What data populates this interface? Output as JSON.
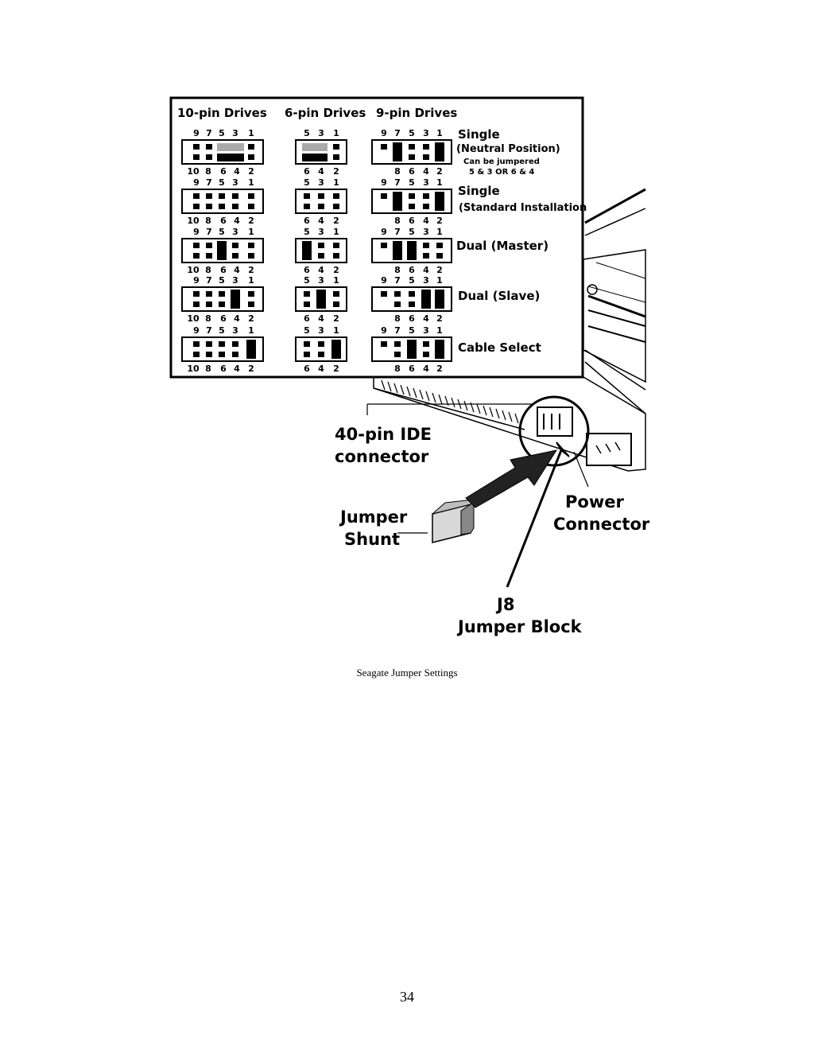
{
  "figure": {
    "headers": {
      "ten_pin": "10-pin Drives",
      "six_pin": "6-pin Drives",
      "nine_pin": "9-pin Drives"
    },
    "pin_numbers": {
      "ten_top": [
        "9",
        "7",
        "5",
        "3",
        "1"
      ],
      "ten_bottom": [
        "10",
        "8",
        "6",
        "4",
        "2"
      ],
      "ten_bottom_row3": [
        "10",
        "8",
        "6",
        "4",
        "2"
      ],
      "six_top": [
        "5",
        "3",
        "1"
      ],
      "six_bottom": [
        "6",
        "4",
        "2"
      ],
      "nine_top": [
        "9",
        "7",
        "5",
        "3",
        "1"
      ],
      "nine_bottom": [
        "8",
        "6",
        "4",
        "2"
      ]
    },
    "settings": [
      {
        "label": "Single",
        "sublabel": "(Neutral Position)",
        "note1": "Can be jumpered",
        "note2": "5 & 3 OR 6 & 4"
      },
      {
        "label": "Single",
        "sublabel": "(Standard Installation"
      },
      {
        "label": "Dual (Master)"
      },
      {
        "label": "Dual (Slave)"
      },
      {
        "label": "Cable Select"
      }
    ],
    "callouts": {
      "ide_line1": "40-pin IDE",
      "ide_line2": "connector",
      "shunt_line1": "Jumper",
      "shunt_line2": "Shunt",
      "power_line1": "Power",
      "power_line2": "Connector",
      "j8_line1": "J8",
      "j8_line2": "Jumper Block"
    }
  },
  "caption": "Seagate Jumper Settings",
  "page_number": "34"
}
